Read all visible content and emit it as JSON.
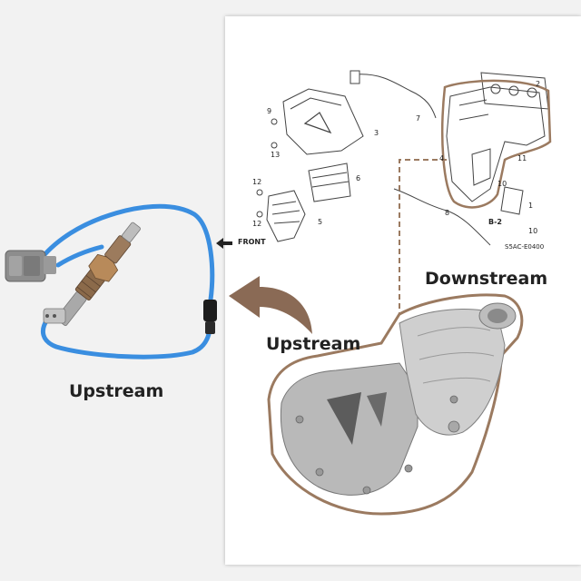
{
  "labels": {
    "upstream_sensor": "Upstream",
    "upstream_arrow": "Upstream",
    "downstream": "Downstream"
  },
  "diagram": {
    "front_label": "FRONT",
    "code": "S5AC-E0400",
    "ref_b2": "B-2",
    "callouts": [
      "1",
      "2",
      "3",
      "4",
      "5",
      "6",
      "7",
      "8",
      "9",
      "10",
      "10",
      "11",
      "12",
      "12",
      "13"
    ]
  },
  "colors": {
    "cable": "#3a8ee0",
    "arrow": "#8a6a55",
    "dashed": "#9b7a60",
    "metal": "#c8c8c8",
    "connector": "#8d8d8d"
  }
}
